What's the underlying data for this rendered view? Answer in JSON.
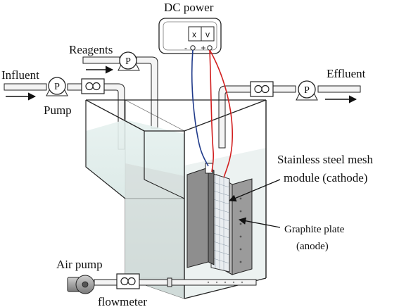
{
  "labels": {
    "dc_power": "DC power",
    "display_x": "x",
    "display_v": "v",
    "minus": "-",
    "plus": "+",
    "reagents": "Reagents",
    "influent": "Influent",
    "pump": "Pump",
    "effluent": "Effluent",
    "cathode_line1": "Stainless steel mesh",
    "cathode_line2": "module (cathode)",
    "anode_line1": "Graphite plate",
    "anode_line2": "(anode)",
    "air_pump": "Air pump",
    "flowmeter": "flowmeter",
    "pump_letter": "P"
  },
  "colors": {
    "positive_wire": "#d21f1f",
    "negative_wire": "#1f3a8a",
    "water": "#dcebe9",
    "pipe": "#f4f4f4",
    "outline": "#222222"
  }
}
